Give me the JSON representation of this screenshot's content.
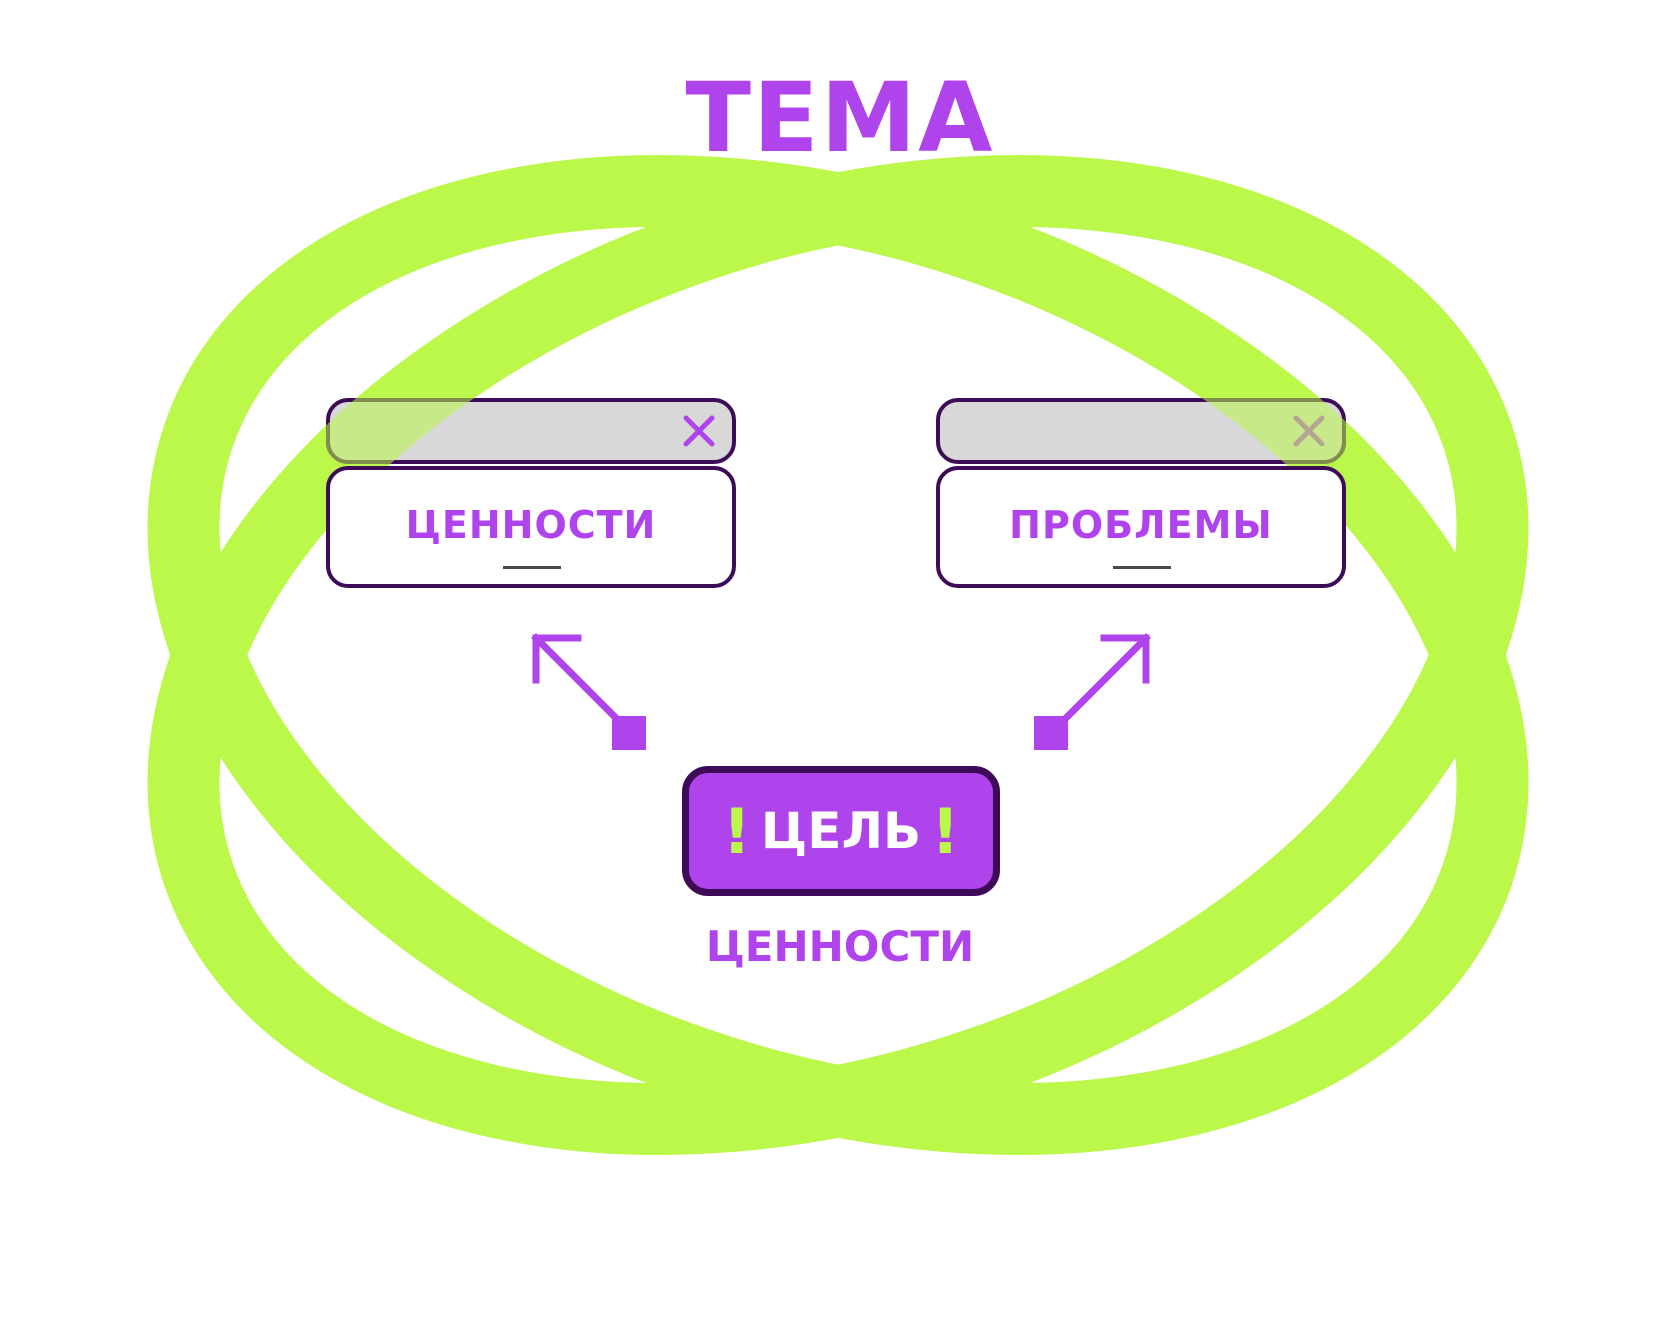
{
  "title": "ТЕМА",
  "cards": [
    {
      "label": "ЦЕННОСТИ",
      "close_icon": "close-icon"
    },
    {
      "label": "ПРОБЛЕМЫ",
      "close_icon": "close-icon"
    }
  ],
  "goal": {
    "label": "ЦЕЛЬ",
    "mark_left": "!",
    "mark_right": "!"
  },
  "caption": "ЦЕННОСТИ",
  "colors": {
    "purple": "#b044ec",
    "dark_border": "#3d0b57",
    "lime": "#bbf84a",
    "grey": "#d8d8d8",
    "white": "#ffffff"
  },
  "icons": [
    "close-icon",
    "arrow-up-left-icon",
    "arrow-up-right-icon",
    "exclamation-icon"
  ]
}
